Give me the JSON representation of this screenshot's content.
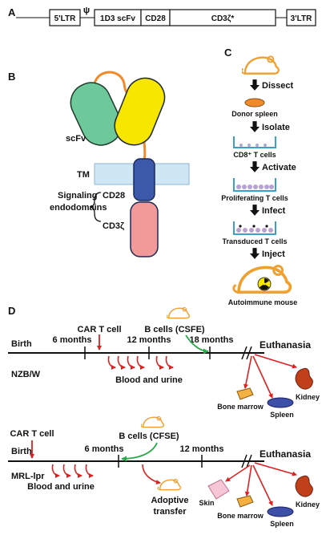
{
  "panels": {
    "a": "A",
    "b": "B",
    "c": "C",
    "d": "D"
  },
  "construct": {
    "ltr5": "5'LTR",
    "psi": "ψ",
    "scfv": "1D3 scFv",
    "cd28": "CD28",
    "cd3z": "CD3ζ*",
    "ltr3": "3'LTR"
  },
  "receptor": {
    "scfv_label": "scFv",
    "tm_label": "TM",
    "signaling_label_1": "Signaling",
    "signaling_label_2": "endodomains",
    "cd28_label": "CD28",
    "cd3z_label": "CD3ζ",
    "colors": {
      "vh": "#6dc99a",
      "vl": "#f7e600",
      "linker": "#f08a2a",
      "tm_band": "#cfe6f5",
      "cd28": "#3c58a8",
      "cd3z": "#f2999a"
    }
  },
  "protocol": {
    "steps": [
      {
        "action": "Dissect",
        "result": "Donor spleen"
      },
      {
        "action": "Isolate",
        "result": "CD8⁺ T cells"
      },
      {
        "action": "Activate",
        "result": "Proliferating T cells"
      },
      {
        "action": "Infect",
        "result": "Transduced T cells"
      },
      {
        "action": "Inject",
        "result": "Autoimmune mouse"
      }
    ],
    "colors": {
      "mouse": "#f0a030",
      "dish": "#3aa0c8",
      "cell": "#b9a2d0"
    }
  },
  "timeline_nzbw": {
    "strain": "NZB/W",
    "birth": "Birth",
    "ticks": [
      "6 months",
      "12 months",
      "18 months"
    ],
    "car_t": "CAR T cell",
    "b_cells": "B cells (CSFE)",
    "sampling": "Blood and urine",
    "end": "Euthanasia",
    "organs": [
      "Kidney",
      "Bone marrow",
      "Spleen"
    ]
  },
  "timeline_mrl": {
    "strain": "MRL-lpr",
    "birth": "Birth",
    "ticks": [
      "6 months",
      "12 months"
    ],
    "car_t": "CAR T cell",
    "b_cells": "B cells (CFSE)",
    "sampling": "Blood and urine",
    "adoptive_1": "Adoptive",
    "adoptive_2": "transfer",
    "end": "Euthanasia",
    "organs": [
      "Skin",
      "Kidney",
      "Bone marrow",
      "Spleen"
    ]
  },
  "colors": {
    "arrow_red": "#e02020",
    "arrow_green": "#2aa84a",
    "kidney": "#c0401a",
    "spleen": "#3e4fa8",
    "marrow": "#f4b040",
    "skin": "#f4c6d6"
  }
}
